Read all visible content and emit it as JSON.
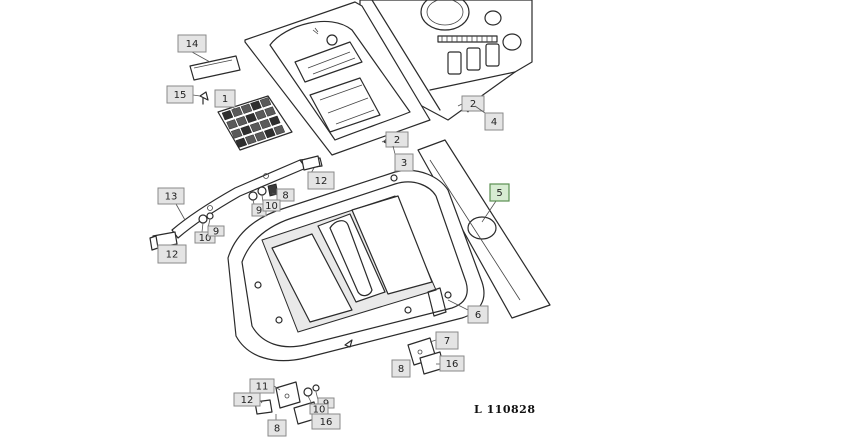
{
  "diagram": {
    "figure_id": "L 110828",
    "highlight_color": "#d7ecd2",
    "callouts": [
      {
        "id": "c14",
        "label": "14"
      },
      {
        "id": "c15",
        "label": "15"
      },
      {
        "id": "c1",
        "label": "1"
      },
      {
        "id": "c2a",
        "label": "2"
      },
      {
        "id": "c4",
        "label": "4"
      },
      {
        "id": "c2b",
        "label": "2"
      },
      {
        "id": "c3",
        "label": "3"
      },
      {
        "id": "c5",
        "label": "5",
        "highlighted": true
      },
      {
        "id": "c13",
        "label": "13"
      },
      {
        "id": "c8a",
        "label": "8"
      },
      {
        "id": "c9a",
        "label": "9"
      },
      {
        "id": "c10a",
        "label": "10"
      },
      {
        "id": "c12a",
        "label": "12"
      },
      {
        "id": "c10b",
        "label": "10"
      },
      {
        "id": "c9b",
        "label": "9"
      },
      {
        "id": "c12b",
        "label": "12"
      },
      {
        "id": "c6",
        "label": "6"
      },
      {
        "id": "c7",
        "label": "7"
      },
      {
        "id": "c8b",
        "label": "8"
      },
      {
        "id": "c16a",
        "label": "16"
      },
      {
        "id": "c11",
        "label": "11"
      },
      {
        "id": "c12c",
        "label": "12"
      },
      {
        "id": "c9c",
        "label": "9"
      },
      {
        "id": "c10c",
        "label": "10"
      },
      {
        "id": "c8c",
        "label": "8"
      },
      {
        "id": "c16b",
        "label": "16"
      }
    ]
  }
}
